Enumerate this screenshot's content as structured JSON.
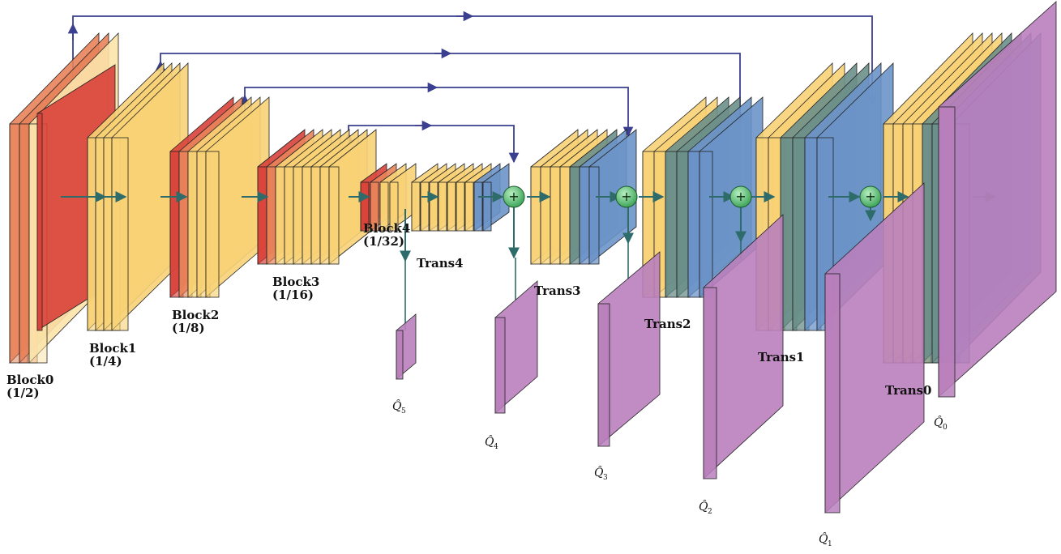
{
  "colors": {
    "conv": "#F8D275",
    "conv_light": "#FCE3AA",
    "red": "#D8413A",
    "orange": "#E8835A",
    "blue": "#6B93C8",
    "teal": "#6B8F8A",
    "purple": "#B97FBC",
    "skip_arrow": "#3A3F8F",
    "flow_arrow": "#2E6B6B",
    "sum_node": "#4FBF6A"
  },
  "encoder": [
    {
      "name": "Block0",
      "scale": "(1/2)"
    },
    {
      "name": "Block1",
      "scale": "(1/4)"
    },
    {
      "name": "Block2",
      "scale": "(1/8)"
    },
    {
      "name": "Block3",
      "scale": "(1/16)"
    },
    {
      "name": "Block4",
      "scale": "(1/32)"
    }
  ],
  "decoder": [
    {
      "name": "Trans4"
    },
    {
      "name": "Trans3"
    },
    {
      "name": "Trans2"
    },
    {
      "name": "Trans1"
    },
    {
      "name": "Trans0"
    }
  ],
  "outputs": [
    {
      "symbol": "Q̂",
      "sub": "5"
    },
    {
      "symbol": "Q̂",
      "sub": "4"
    },
    {
      "symbol": "Q̂",
      "sub": "3"
    },
    {
      "symbol": "Q̂",
      "sub": "2"
    },
    {
      "symbol": "Q̂",
      "sub": "1"
    },
    {
      "symbol": "Q̂",
      "sub": "0"
    }
  ],
  "sum_symbol": "+"
}
